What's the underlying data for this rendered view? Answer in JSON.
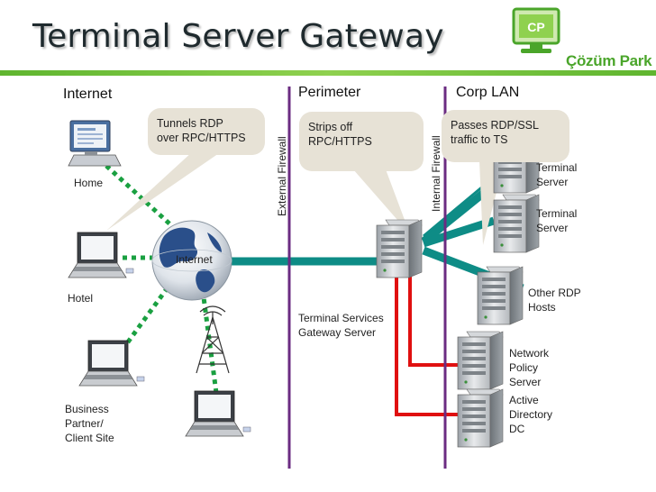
{
  "title": "Terminal Server Gateway",
  "logo": {
    "brand": "Çözüm Park",
    "badge": "CP"
  },
  "zones": {
    "internet": "Internet",
    "perimeter": "Perimeter",
    "corp_lan": "Corp LAN"
  },
  "firewalls": {
    "external": "External Firewall",
    "internal": "Internal Firewall"
  },
  "callouts": {
    "tunnels": "Tunnels RDP\nover RPC/HTTPS",
    "strips": "Strips off\nRPC/HTTPS",
    "passes": "Passes RDP/SSL\ntraffic to TS"
  },
  "nodes": {
    "home": "Home",
    "hotel": "Hotel",
    "partner": "Business\nPartner/\nClient Site",
    "internet_cloud": "Internet",
    "gateway": "Terminal Services\n  Gateway Server",
    "ts1": "Terminal\nServer",
    "ts2": "Terminal\nServer",
    "other_rdp": "Other RDP\nHosts",
    "nps": "Network\nPolicy\nServer",
    "ad": "Active\nDirectory\nDC"
  },
  "colors": {
    "teal_link": "#0e8c86",
    "green_dotted": "#1aa041",
    "firewall": "#6b2c82",
    "red_link": "#e01010",
    "band": "#7cc443",
    "callout": "#e7e2d6"
  }
}
